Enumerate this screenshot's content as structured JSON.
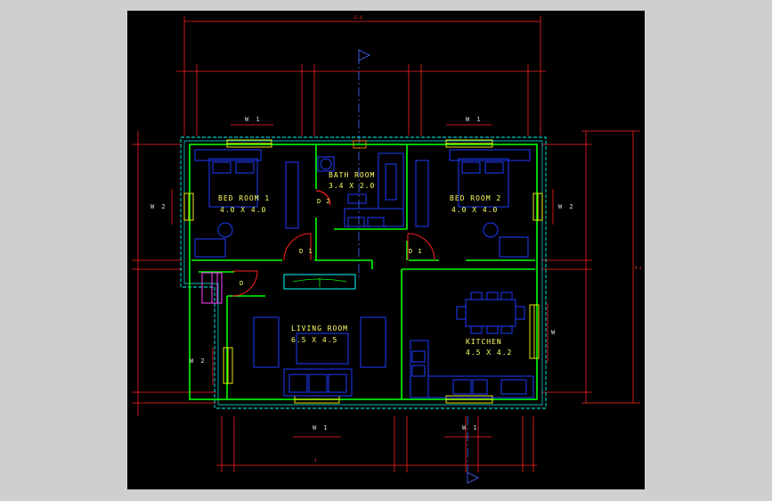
{
  "rooms": {
    "bedroom1": {
      "name": "BED ROOM 1",
      "size": "4.0 X 4.0"
    },
    "bathroom": {
      "name": "BATH ROOM",
      "size": "3.4 X 2.0"
    },
    "bedroom2": {
      "name": "BED ROOM 2",
      "size": "4.0 X 4.0"
    },
    "living": {
      "name": "LIVING ROOM",
      "size": "6.5 X 4.5"
    },
    "kitchen": {
      "name": "KITCHEN",
      "size": "4.5 X 4.2"
    }
  },
  "doors": {
    "d1_left": "D 1",
    "d1_right": "D 1",
    "d2": "D 2",
    "main": "D"
  },
  "windows": {
    "w1_top_left": "W 1",
    "w1_top_right": "W 1",
    "w2_left_upper": "W 2",
    "w2_right_upper": "W 2",
    "w2_left_lower": "W 2",
    "w_right_lower": "W",
    "w1_bottom_left": "W 1",
    "w1_bottom_right": "W 1"
  },
  "dimensions": {
    "overall_top": "12.0",
    "overall_right": "9.4",
    "dim_bottom_mid": "4"
  },
  "colors": {
    "background": "#000000",
    "wall": "#00ff00",
    "outer_wall": "#00ffff",
    "furniture": "#1e3cff",
    "dimension": "#ff2020",
    "label": "#ffff66",
    "door": "#ff2020",
    "axis": "#4a6cff",
    "window": "#ffff00"
  }
}
